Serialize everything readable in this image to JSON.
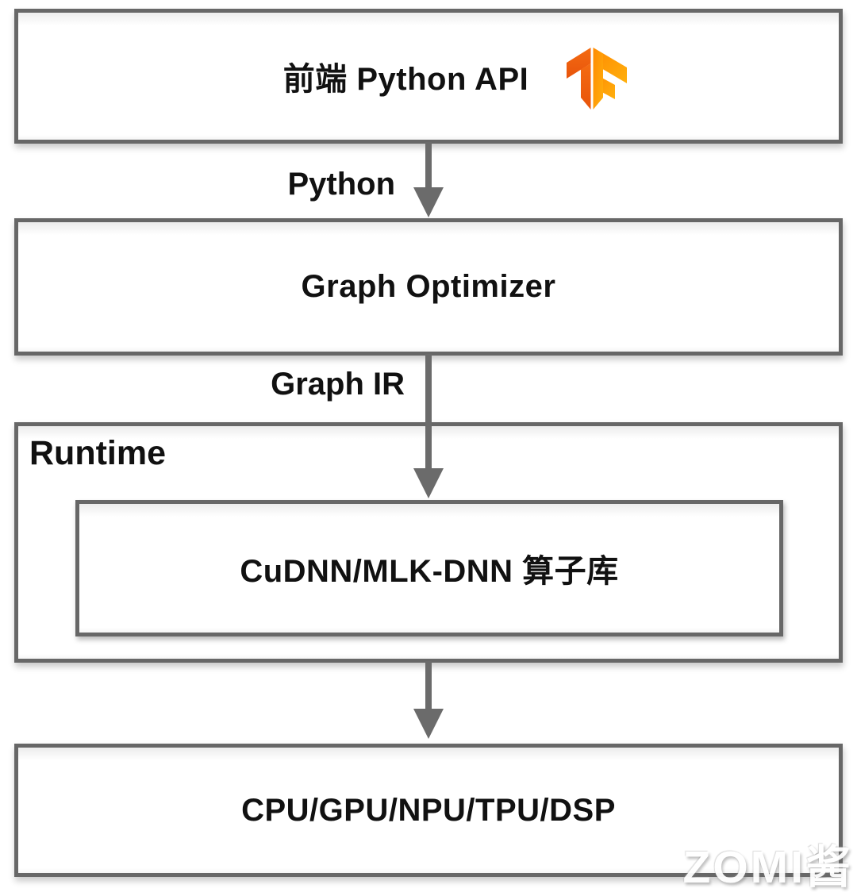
{
  "diagram": {
    "boxes": {
      "frontend": {
        "label": "前端 Python API",
        "icon": "tensorflow-logo"
      },
      "graph_optimizer": {
        "label": "Graph Optimizer"
      },
      "runtime": {
        "label": "Runtime"
      },
      "kernel_library": {
        "label": "CuDNN/MLK-DNN 算子库"
      },
      "hardware": {
        "label": "CPU/GPU/NPU/TPU/DSP"
      }
    },
    "edges": [
      {
        "from": "frontend",
        "to": "graph_optimizer",
        "label": "Python"
      },
      {
        "from": "graph_optimizer",
        "to": "kernel_library",
        "label": "Graph IR"
      },
      {
        "from": "runtime",
        "to": "hardware",
        "label": ""
      }
    ],
    "edge_labels": {
      "python": "Python",
      "graph_ir": "Graph IR"
    },
    "colors": {
      "box_border": "#676767",
      "arrow": "#6b6b6b",
      "text": "#111111",
      "tf_orange_dark": "#ec5b0e",
      "tf_orange": "#ff9300",
      "tf_orange_bright": "#ffa90a",
      "watermark_color": "#ffffff"
    },
    "watermark": "ZOMI酱"
  }
}
